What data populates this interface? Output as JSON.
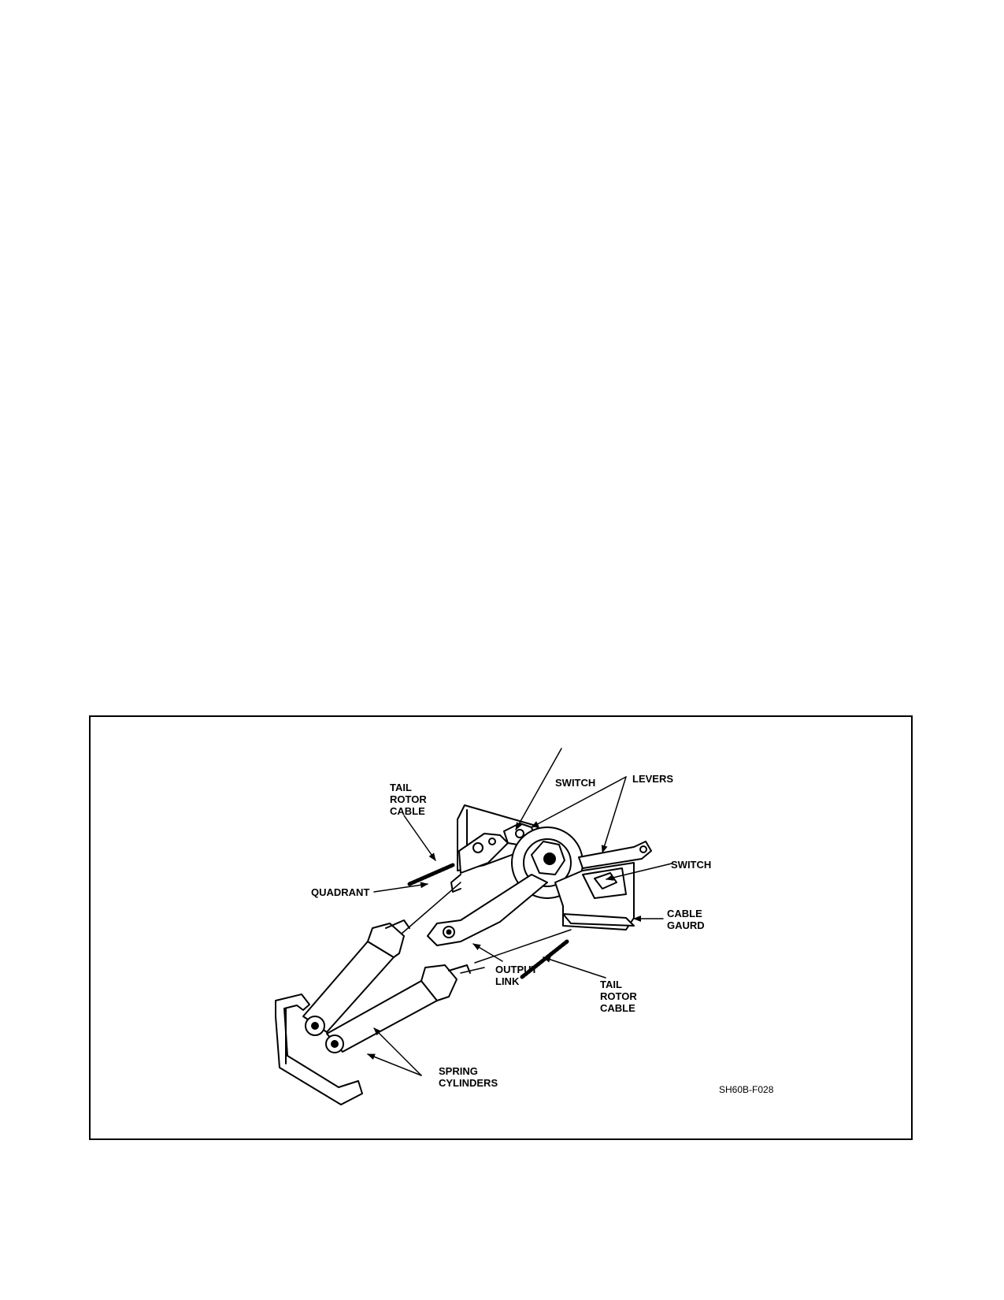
{
  "figure": {
    "labels": {
      "tail_rotor_cable_top": "TAIL\nROTOR\nCABLE",
      "switch_top": "SWITCH",
      "levers": "LEVERS",
      "switch_right": "SWITCH",
      "quadrant": "QUADRANT",
      "cable_guard": "CABLE\nGAURD",
      "output_link": "OUTPUT\nLINK",
      "tail_rotor_cable_bottom": "TAIL\nROTOR\nCABLE",
      "spring_cylinders": "SPRING\nCYLINDERS"
    },
    "figure_id": "SH60B-F028"
  }
}
